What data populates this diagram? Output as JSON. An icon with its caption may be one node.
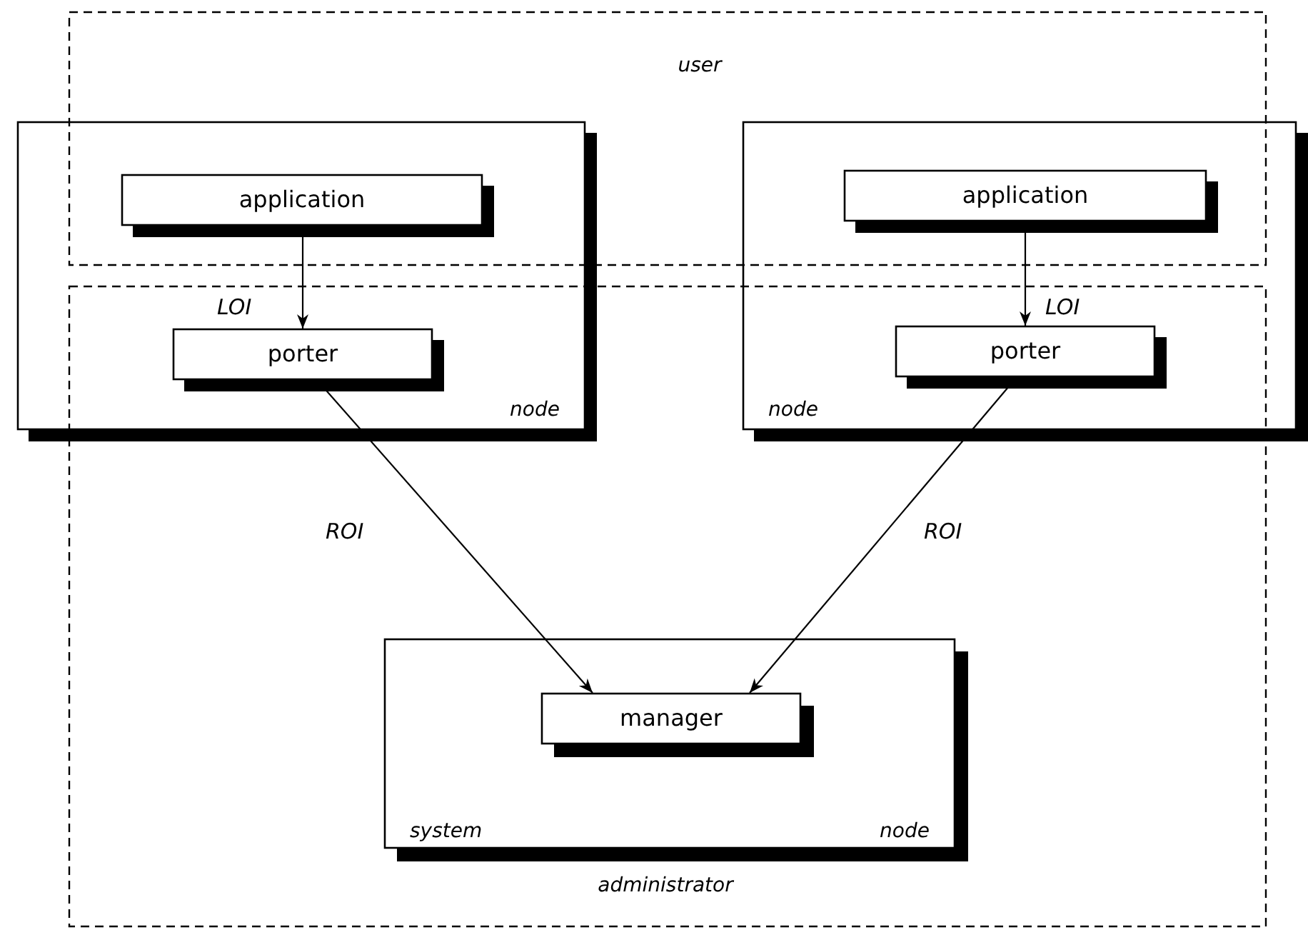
{
  "diagram": {
    "nodes": [
      {
        "text": [
          "node"
        ]
      },
      {
        "text": [
          "application"
        ],
        "in": 0
      },
      {
        "text": [
          "porter"
        ],
        "in": 0
      },
      {
        "text": [
          "node"
        ]
      },
      {
        "text": [
          "application"
        ],
        "in": 3
      },
      {
        "text": [
          "porter"
        ],
        "in": 3
      },
      {
        "text": [
          "system",
          "node"
        ]
      },
      {
        "text": [
          "manager"
        ],
        "in": 6
      }
    ],
    "edges": [
      {
        "from": 1,
        "to": 2,
        "arrow": "to",
        "label": "LOI"
      },
      {
        "from": 4,
        "to": 5,
        "arrow": "to",
        "label": "LOI"
      },
      {
        "from": 2,
        "to": 7,
        "arrow": "to",
        "label": "ROI"
      },
      {
        "from": 5,
        "to": 7,
        "arrow": "to",
        "label": "ROI"
      }
    ],
    "labels": [
      "user",
      "administrator"
    ]
  }
}
